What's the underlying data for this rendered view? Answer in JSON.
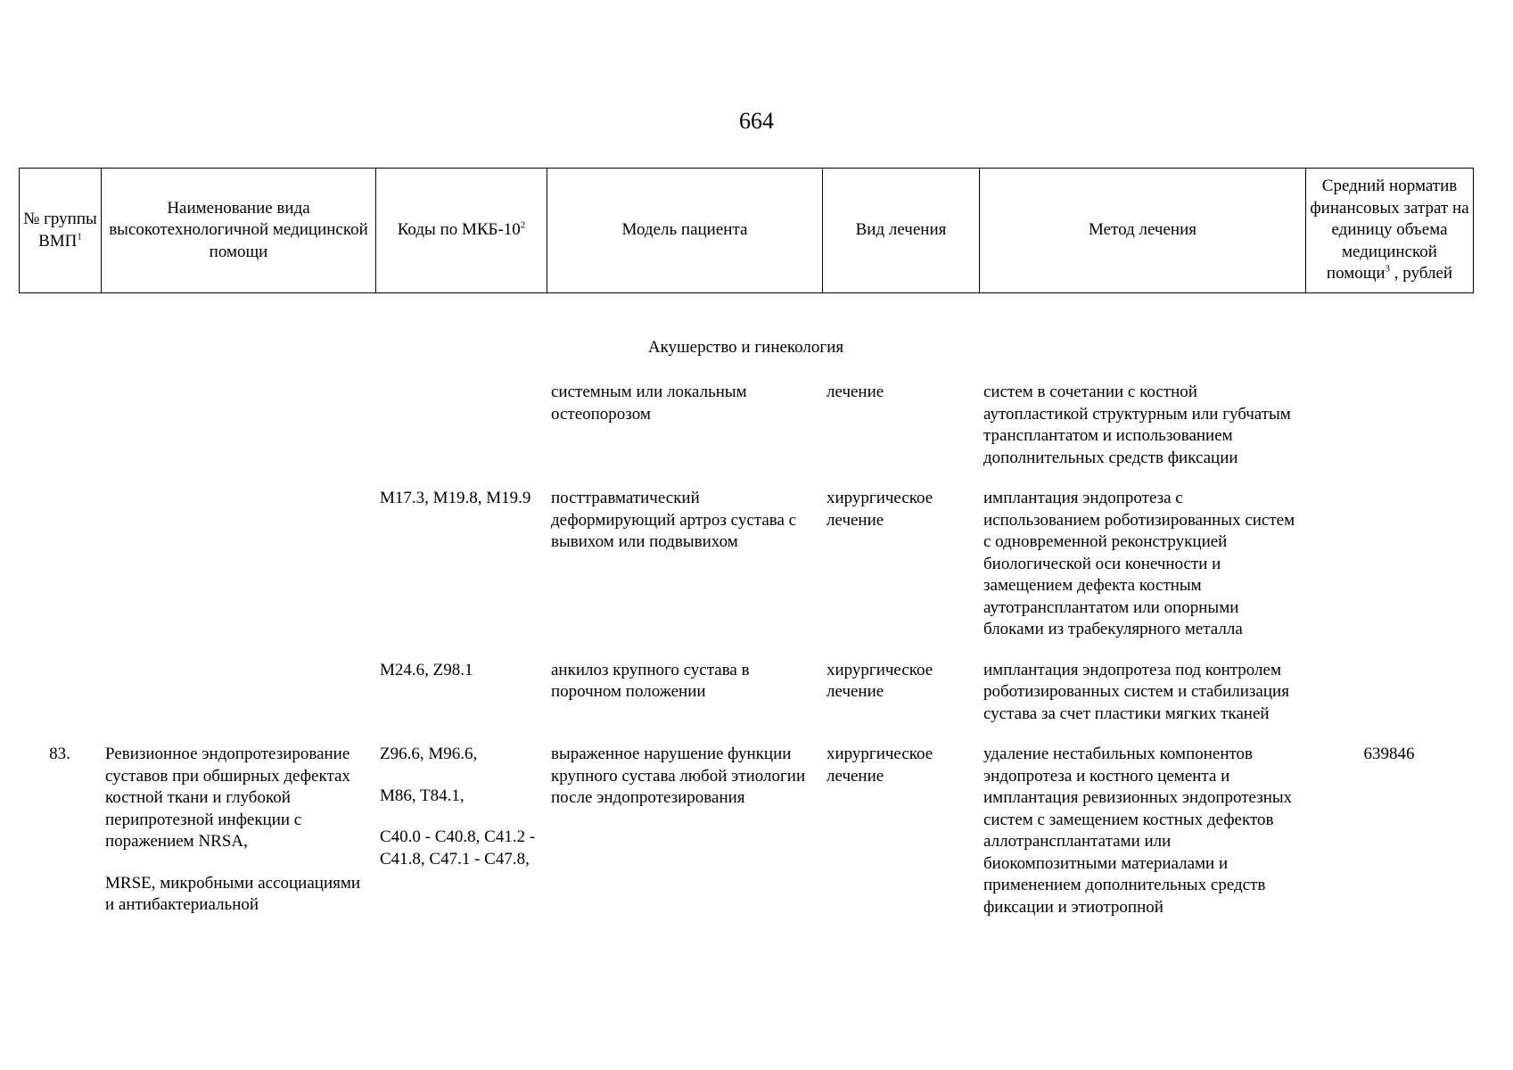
{
  "page_number": "664",
  "header": {
    "col_group_no": "№ группы ВМП",
    "col_group_no_sup": "1",
    "col_name": "Наименование вида высокотехнологичной медицинской помощи",
    "col_codes": "Коды по МКБ-10",
    "col_codes_sup": "2",
    "col_model": "Модель пациента",
    "col_treatment": "Вид лечения",
    "col_method": "Метод лечения",
    "col_cost_a": "Средний норматив финансовых затрат на единицу объема медицинской помощи",
    "col_cost_sup": "3",
    "col_cost_b": " , рублей"
  },
  "section_title": "Акушерство и гинекология",
  "rows": [
    {
      "group_no": "",
      "name": "",
      "codes": "",
      "model": "системным или локальным остеопорозом",
      "treatment": "лечение",
      "method": "систем в сочетании с костной аутопластикой структурным или губчатым трансплантатом и использованием дополнительных средств фиксации",
      "cost": ""
    },
    {
      "group_no": "",
      "name": "",
      "codes": "M17.3, M19.8, M19.9",
      "model": "посттравматический деформирующий артроз сустава с вывихом или подвывихом",
      "treatment": "хирургическое лечение",
      "method": "имплантация эндопротеза с использованием роботизированных систем с одновременной реконструкцией биологической оси конечности и замещением дефекта костным аутотрансплантатом или опорными блоками из трабекулярного металла",
      "cost": ""
    },
    {
      "group_no": "",
      "name": "",
      "codes": "M24.6, Z98.1",
      "model": "анкилоз крупного сустава в порочном положении",
      "treatment": "хирургическое лечение",
      "method": "имплантация эндопротеза под контролем роботизированных систем и стабилизация сустава за счет пластики мягких тканей",
      "cost": ""
    },
    {
      "group_no": "83.",
      "name_a": "Ревизионное эндопротезирование суставов при обширных дефектах костной ткани и глубокой перипротезной инфекции с поражением NRSA,",
      "name_b": "MRSE, микробными ассоциациями и антибактериальной",
      "codes_a": "Z96.6, M96.6,",
      "codes_b": "M86, T84.1,",
      "codes_c": "C40.0 - C40.8, C41.2 - C41.8, C47.1 - C47.8,",
      "model": "выраженное нарушение функции крупного сустава любой этиологии после эндопротезирования",
      "treatment": "хирургическое лечение",
      "method": "удаление нестабильных компонентов эндопротеза и костного цемента и имплантация ревизионных эндопротезных систем с замещением костных дефектов аллотрансплантатами или биокомпозитными материалами и применением дополнительных средств фиксации и этиотропной",
      "cost": "639846"
    }
  ]
}
